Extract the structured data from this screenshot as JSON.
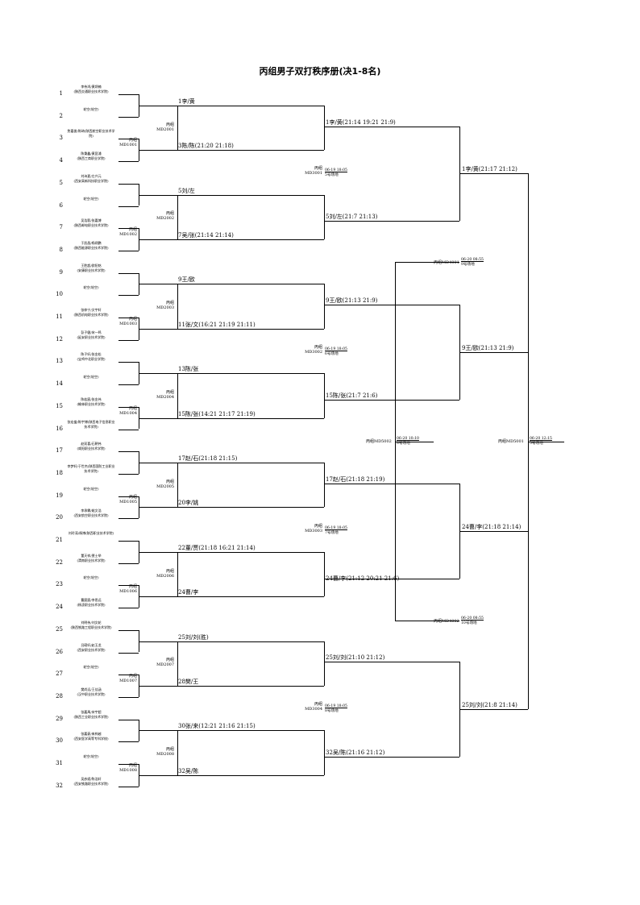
{
  "title": "丙组男子双打秩序册(决1-8名)",
  "entries": [
    {
      "seed": "1",
      "name": "李伟鸿/黄炳楠\n(陕西交通职业技术学院)"
    },
    {
      "seed": "2",
      "name": "轮空(轮空)"
    },
    {
      "seed": "3",
      "name": "詹嘉俊/陈琦(陕西航空职业技术学院)"
    },
    {
      "seed": "4",
      "name": "陈秉鑫/黄昆浦\n(陕西工商职业学院)"
    },
    {
      "seed": "5",
      "name": "刘诗夏/左兴元\n(西安高新科技职业学院)"
    },
    {
      "seed": "6",
      "name": "轮空(轮空)"
    },
    {
      "seed": "7",
      "name": "吴浩毅/张嘉博\n(陕西邮电职业技术学院)"
    },
    {
      "seed": "8",
      "name": "于凯昌/杨炳鹏\n(陕西能源职业技术学院)"
    },
    {
      "seed": "9",
      "name": "王胜超/欧阳铭\n(安康职业技术学院)"
    },
    {
      "seed": "10",
      "name": "轮空(轮空)"
    },
    {
      "seed": "11",
      "name": "张梓宁/文宇轩\n(陕西机电职业技术学院)"
    },
    {
      "seed": "12",
      "name": "彭子健/宋一鸣\n(延安职业技术学院)"
    },
    {
      "seed": "13",
      "name": "陈子轩/张金松\n(宝鸡中北职业学院)"
    },
    {
      "seed": "14",
      "name": "轮空(轮空)"
    },
    {
      "seed": "15",
      "name": "陈若宸/张金伟\n(榆林职业技术学院)"
    },
    {
      "seed": "16",
      "name": "张宏盛/陈宇博(陕西电子信息职业技术学院)"
    },
    {
      "seed": "17",
      "name": "赵双喜/石朝伟\n(咸阳职业技术学院)"
    },
    {
      "seed": "18",
      "name": "李梦轩/于世杰(陕西国防工业职业技术学院)"
    },
    {
      "seed": "19",
      "name": "轮空(轮空)"
    },
    {
      "seed": "20",
      "name": "李承霖/姚文浩\n(西安航空职业技术学院)"
    },
    {
      "seed": "21",
      "name": "刘玲涛/杨博(陕西职业技术学院)"
    },
    {
      "seed": "22",
      "name": "董天祥/贾士举\n(渭南职业技术学院)"
    },
    {
      "seed": "23",
      "name": "轮空(轮空)"
    },
    {
      "seed": "24",
      "name": "曹宸宸/李思远\n(杨凌职业技术学院)"
    },
    {
      "seed": "25",
      "name": "刘明伟/刘文轮\n(陕西铁路工程职业技术学院)"
    },
    {
      "seed": "26",
      "name": "吕硕轩/赵玉龙\n(西安职业技术学院)"
    },
    {
      "seed": "27",
      "name": "轮空(轮空)"
    },
    {
      "seed": "28",
      "name": "樊尚远/王佳涵\n(汉中职业技术学院)"
    },
    {
      "seed": "29",
      "name": "张嘉禹/宋宇超\n(陕西工业职业技术学院)"
    },
    {
      "seed": "30",
      "name": "张嘉豪/来梓越\n(西安医学高等专科学校)"
    },
    {
      "seed": "31",
      "name": "轮空(轮空)"
    },
    {
      "seed": "32",
      "name": "吴彦斌/陈浩轩\n(西安铁路职业技术学院)"
    }
  ],
  "r1": [
    {
      "winner": "1李/黄",
      "code": "丙组\nMD1001",
      "loser": "3陈/陈(21:20 21:18)"
    },
    {
      "winner": "5刘/左",
      "code": "丙组\nMD1002",
      "loser": "7吴/张(21:14 21:14)"
    },
    {
      "winner": "9王/欧",
      "code": "丙组\nMD1003",
      "loser": "11张/文(16:21 21:19 21:11)"
    },
    {
      "winner": "13陈/张",
      "code": "丙组\nMD1004",
      "loser": "15陈/张(14:21 21:17 21:19)"
    },
    {
      "winner": "17赵/石(21:18 21:15)",
      "code": "丙组\nMD1005",
      "loser": "20李/姚"
    },
    {
      "winner": "22董/贾(21:18 16:21 21:14)",
      "code": "丙组\nMD1006",
      "loser": "24曹/李"
    },
    {
      "winner": "25刘/刘(胜)",
      "code": "丙组\nMD1007",
      "loser": "28樊/王"
    },
    {
      "winner": "30张/来(12:21 21:16 21:15)",
      "code": "丙组\nMD1008",
      "loser": "32吴/陈"
    }
  ],
  "r1sub": [
    "丙组\nMD2001",
    "丙组\nMD2002",
    "丙组\nMD2003",
    "丙组\nMD2004",
    "丙组\nMD2005",
    "丙组\nMD2006",
    "丙组\nMD2007",
    "丙组\nMD2008"
  ],
  "r2": [
    {
      "top": "1李/黄(21:14 19:21 21:9)",
      "code": "丙组\nMD3001",
      "date": "06-19 18:05",
      "court": "5号场地",
      "bottom": "5刘/左(21:7 21:13)"
    },
    {
      "top": "9王/欧(21:13 21:9)",
      "code": "丙组\nMD3002",
      "date": "06-19 18:05",
      "court": "6号场地",
      "bottom": "15陈/张(21:7 21:6)"
    },
    {
      "top": "17赵/石(21:18 21:19)",
      "code": "丙组\nMD3003",
      "date": "06-19 18:05",
      "court": "7号场地",
      "bottom": "24曹/李(21:12 20:21 21:6)"
    },
    {
      "top": "25刘/刘(21:10 21:12)",
      "code": "丙组\nMD3004",
      "date": "06-19 18:05",
      "court": "8号场地",
      "bottom": "32吴/陈(21:16 21:12)"
    }
  ],
  "r3": [
    {
      "top": "1李/黄(21:17 21:12)",
      "code": "丙组MD4001",
      "date": "06-20 08:55",
      "court": "9号场地",
      "bottom": "9王/欧(21:13 21:9)"
    },
    {
      "top": "24曹/李(21:18 21:14)",
      "code": "丙组MD4002",
      "date": "06-20 08:55",
      "court": "10号场地",
      "bottom": "25刘/刘(21:8 21:14)"
    }
  ],
  "final": {
    "code": "丙组MD5001",
    "date": "06-20 12:15",
    "court": "5号场地"
  },
  "third": {
    "code": "丙组MD5002",
    "date": "06-20 10:10",
    "court": "8号场地"
  }
}
